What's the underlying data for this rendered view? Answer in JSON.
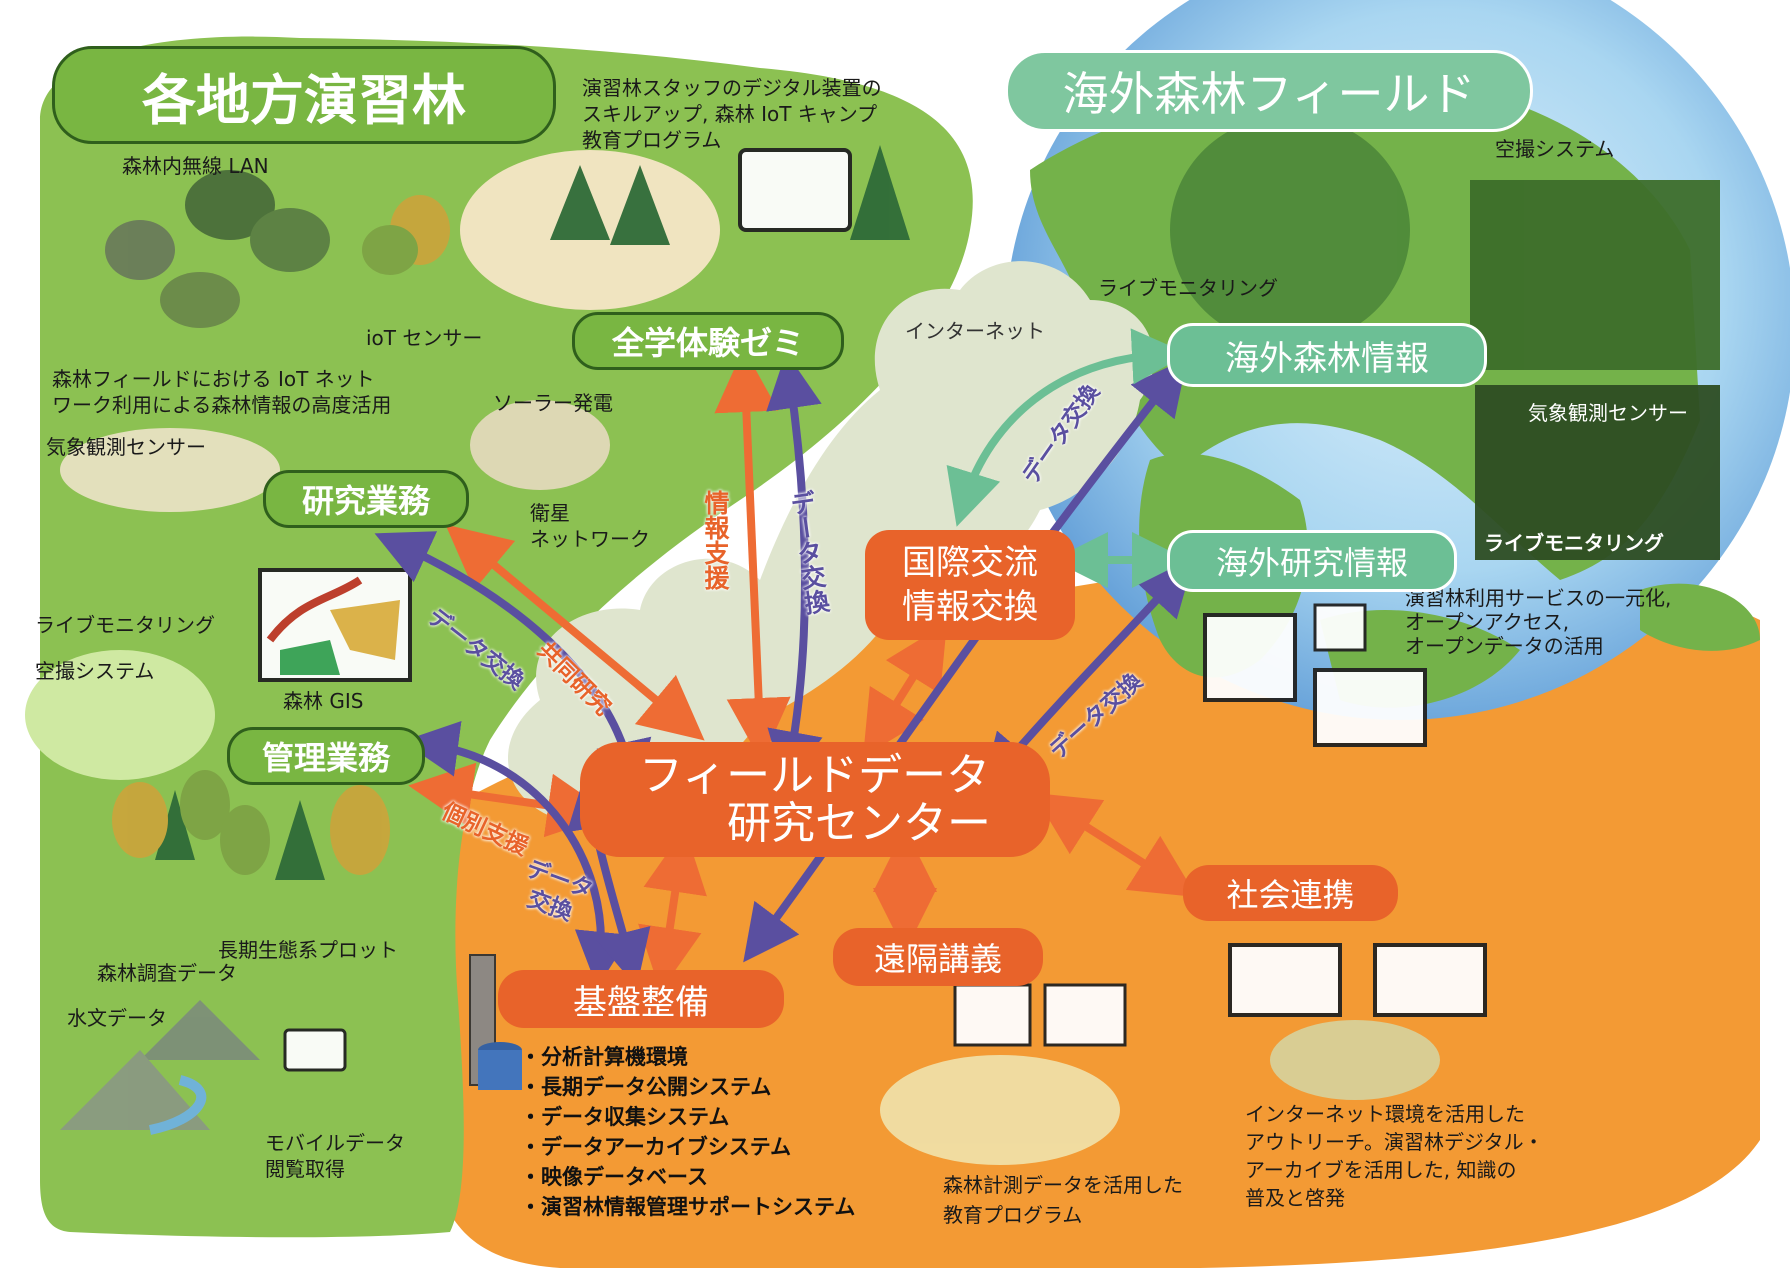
{
  "regions": {
    "local_forests": {
      "title": "各地方演習林"
    },
    "overseas": {
      "title": "海外森林フィールド"
    }
  },
  "local": {
    "staff_training": "演習林スタッフのデジタル装置の\nスキルアップ, 森林 IoT キャンプ\n教育プログラム",
    "wireless_lan": "森林内無線 LAN",
    "iot_sensor": "ioT センサー",
    "iot_network": "森林フィールドにおける IoT ネット\nワーク利用による森林情報の高度活用",
    "solar": "ソーラー発電",
    "satellite": "衛星\nネットワーク",
    "weather_sensor": "気象観測センサー",
    "live_monitoring": "ライブモニタリング",
    "aerial": "空撮システム",
    "gis": "森林 GIS",
    "ecosystem_plot": "長期生態系プロット",
    "survey_data": "森林調査データ",
    "hydro_data": "水文データ",
    "mobile_data": "モバイルデータ\n閲覧取得"
  },
  "overseas_labels": {
    "aerial": "空撮システム",
    "live_monitoring_1": "ライブモニタリング",
    "weather_sensor": "気象観測センサー",
    "live_monitoring_2": "ライブモニタリング",
    "services": "演習林利用サービスの一元化,\nオープンアクセス,\nオープンデータの活用",
    "internet": "インターネット"
  },
  "nodes": {
    "seminar": "全学体験ゼミ",
    "research": "研究業務",
    "management": "管理業務",
    "center": "フィールドデータ\n　　研究センター",
    "international": "国際交流\n情報交換",
    "overseas_forest_info": "海外森林情報",
    "overseas_research_info": "海外研究情報",
    "infrastructure": "基盤整備",
    "remote_lecture": "遠隔講義",
    "social": "社会連携"
  },
  "arrow_labels": {
    "info_support": "情報支援",
    "data_exchange_1": "データ交換",
    "joint_research": "共同研究",
    "data_exchange_2": "データ交換",
    "individual_support": "個別支援",
    "data_exchange_3": "データ\n交換",
    "data_exchange_4": "データ交換",
    "data_exchange_5": "データ交換"
  },
  "infrastructure_items": [
    "分析計算機環境",
    "長期データ公開システム",
    "データ収集システム",
    "データアーカイブシステム",
    "映像データベース",
    "演習林情報管理サポートシステム"
  ],
  "remote_lecture_desc": "森林計測データを活用した\n教育プログラム",
  "social_desc": "インターネット環境を活用した\nアウトリーチ。演習林デジタル・\nアーカイブを活用した, 知識の\n普及と啓発",
  "colors": {
    "green": "#8cc152",
    "orange": "#f39a34",
    "node_orange": "#e8632a",
    "arrow_purple": "#5a4fa0",
    "teal": "#6cbf95"
  }
}
